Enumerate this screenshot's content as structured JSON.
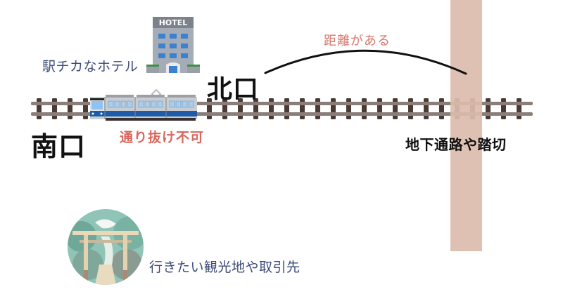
{
  "labels": {
    "hotel": "駅チカなホテル",
    "north_exit": "北口",
    "south_exit": "南口",
    "no_passthrough": "通り抜け不可",
    "distance": "距離がある",
    "crossing": "地下通路や踏切",
    "destination": "行きたい観光地や取引先",
    "hotel_sign": "HOTEL"
  },
  "icons": {
    "hotel": "hotel-building-icon",
    "train": "train-icon",
    "shrine": "torii-shrine-icon",
    "track": "railway-track",
    "crossing_band": "underpass-crossing-band",
    "arc": "distance-arc"
  },
  "colors": {
    "band": "#dbbcac",
    "rail": "#8a7e78",
    "sleeper": "#4a3a34",
    "accent_red": "#d9685f",
    "label_navy": "#3d4b7a",
    "train_blue": "#1f5ca8",
    "hotel_window": "#3a82d0"
  }
}
